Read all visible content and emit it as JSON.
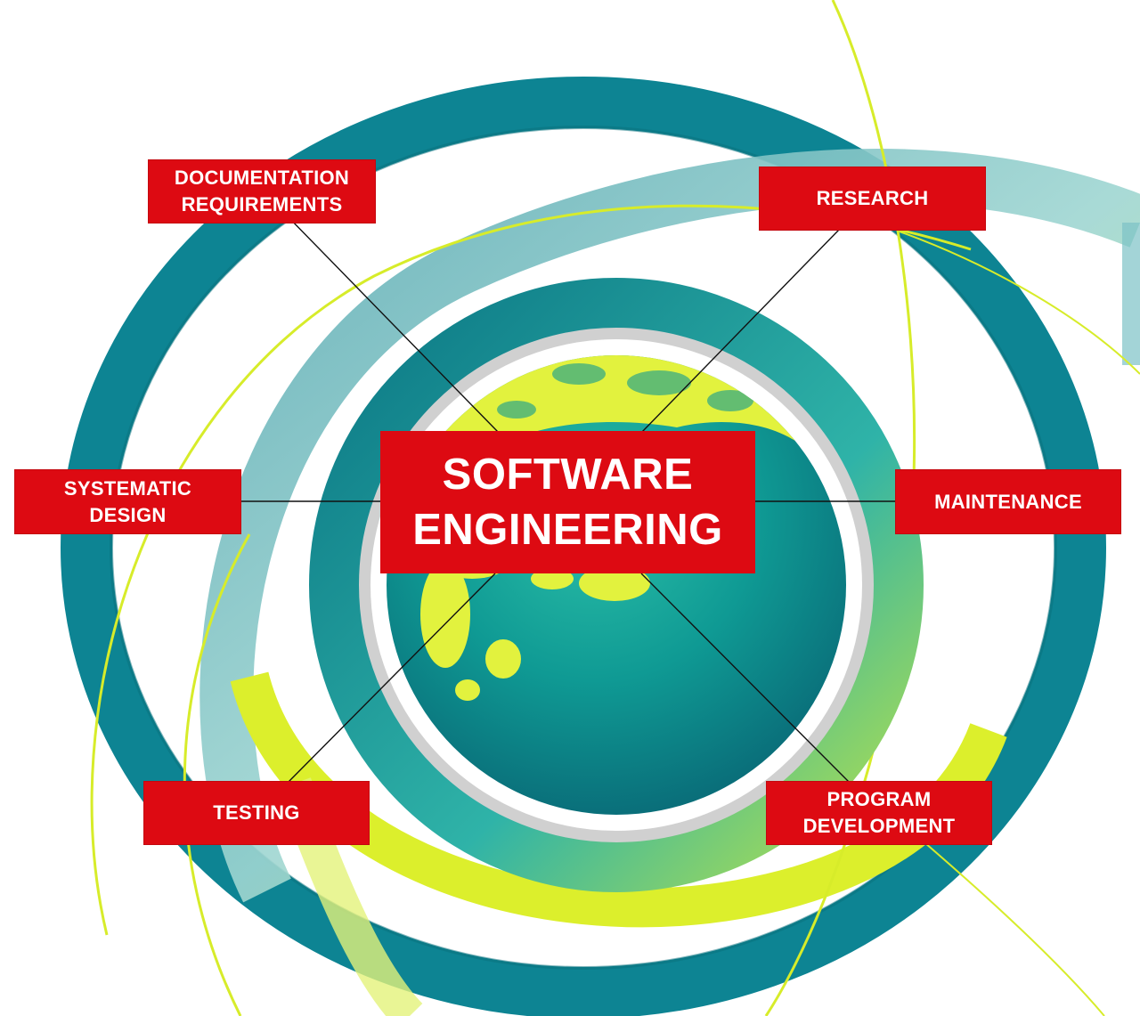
{
  "center": {
    "line1": "SOFTWARE",
    "line2": "ENGINEERING"
  },
  "nodes": [
    {
      "id": "documentation-requirements",
      "line1": "DOCUMENTATION",
      "line2": "REQUIREMENTS"
    },
    {
      "id": "research",
      "line1": "RESEARCH",
      "line2": ""
    },
    {
      "id": "systematic-design",
      "line1": "SYSTEMATIC",
      "line2": "DESIGN"
    },
    {
      "id": "maintenance",
      "line1": "MAINTENANCE",
      "line2": ""
    },
    {
      "id": "testing",
      "line1": "TESTING",
      "line2": ""
    },
    {
      "id": "program-development",
      "line1": "PROGRAM",
      "line2": "DEVELOPMENT"
    }
  ],
  "colors": {
    "label_red": "#dd0a12",
    "ring_teal": "#0d8a98",
    "ring_light_teal": "#6fb8bf",
    "lime": "#d7ec2a",
    "globe_teal": "#0f9c95",
    "globe_yellow": "#e2f23e",
    "connector": "#111111"
  }
}
